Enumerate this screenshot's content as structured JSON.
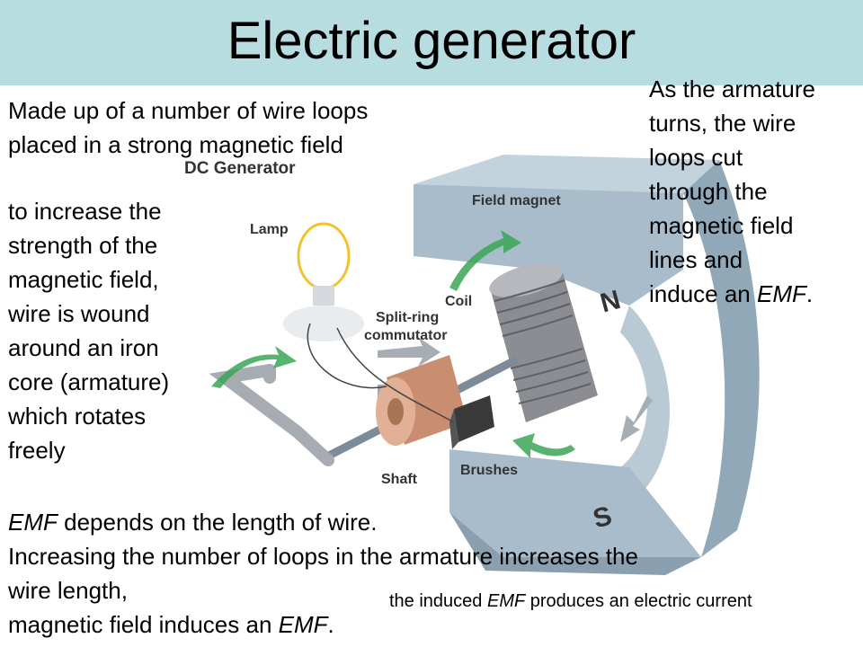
{
  "title": "Electric generator",
  "intro": [
    "Made up of a number of wire loops",
    "placed in a strong magnetic field"
  ],
  "armature_note": [
    "to increase the",
    "strength of the",
    "magnetic field,",
    "wire is wound",
    "around an iron",
    "core (armature)",
    "which rotates",
    "freely"
  ],
  "right_note": {
    "lines": [
      "As the armature",
      "turns, the wire",
      "loops cut",
      "through the",
      "magnetic field",
      "lines and"
    ],
    "last_prefix": "induce an ",
    "last_em": "EMF",
    "last_suffix": "."
  },
  "bottom": {
    "line1_em": "EMF",
    "line1_rest": " depends on the length of wire.",
    "line2": "Increasing the number of loops in the armature increases the",
    "line3": "wire length,",
    "line4_prefix": "magnetic field induces an ",
    "line4_em": "EMF",
    "line4_suffix": "."
  },
  "caption": {
    "prefix": "the induced ",
    "em": "EMF",
    "suffix": " produces an electric current"
  },
  "diagram_labels": {
    "heading": "DC Generator",
    "lamp": "Lamp",
    "field_magnet": "Field magnet",
    "coil": "Coil",
    "commutator_1": "Split-ring",
    "commutator_2": "commutator",
    "brushes": "Brushes",
    "shaft": "Shaft",
    "north": "N",
    "south": "S"
  }
}
